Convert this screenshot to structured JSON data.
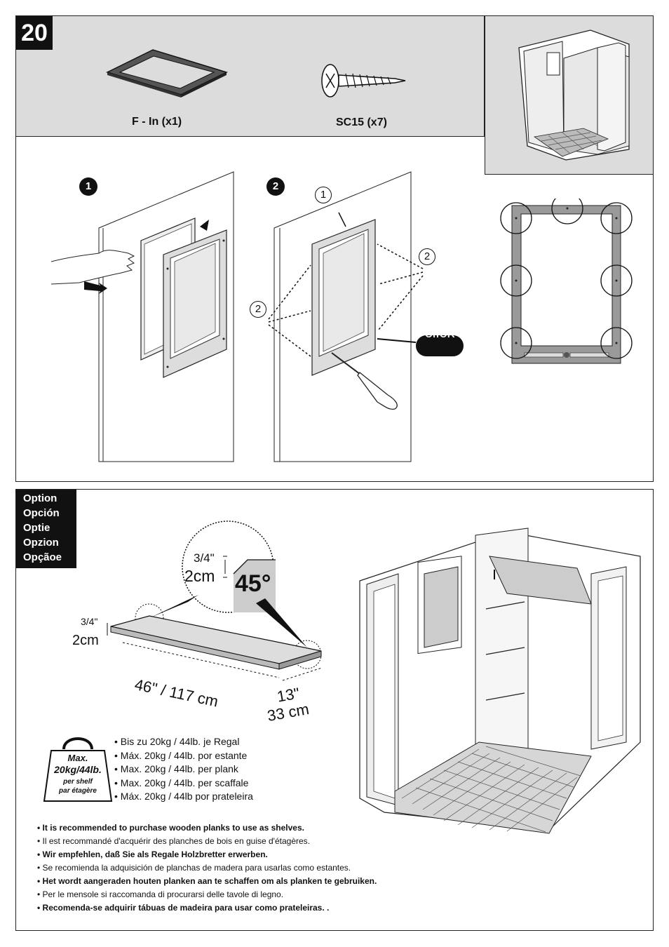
{
  "step": {
    "number": "20"
  },
  "parts": [
    {
      "label": "F - In (x1)"
    },
    {
      "label": "SC15 (x7)"
    }
  ],
  "substeps": [
    "1",
    "2"
  ],
  "callouts": {
    "one": "1",
    "two_a": "2",
    "two_b": "2",
    "click": "click"
  },
  "option_labels": [
    "Option",
    "Opción",
    "Optie",
    "Opzion",
    "Opçãoe"
  ],
  "shelf": {
    "zoom_thickness_frac": "3/4\"",
    "zoom_thickness_cm": "2cm",
    "angle": "45°",
    "thickness_frac": "3/4\"",
    "thickness_cm": "2cm",
    "length": "46\" / 117 cm",
    "width_in": "13\"",
    "width_cm": "33 cm"
  },
  "load_icon": {
    "max": "Max.",
    "weight": "20kg/44lb.",
    "per_shelf": "per shelf",
    "per_etagere": "par étagère"
  },
  "capacity_lines": [
    "• Bis zu 20kg / 44lb. je Regal",
    "• Máx. 20kg / 44lb. por estante",
    "• Max. 20kg / 44lb. per plank",
    "• Max. 20kg / 44lb. per scaffale",
    "• Máx. 20kg / 44lb por prateleira"
  ],
  "notes": [
    {
      "text": "• It is recommended to purchase wooden planks to use as shelves.",
      "bold": true
    },
    {
      "text": "• Il est recommandé d'acquérir des planches de bois en guise d'étagères.",
      "bold": false
    },
    {
      "text": "• Wir empfehlen, daß Sie als Regale Holzbretter erwerben.",
      "bold": true
    },
    {
      "text": "• Se recomienda la adquisición de planchas de madera para usarlas como estantes.",
      "bold": false
    },
    {
      "text": "• Het wordt aangeraden houten planken aan te schaffen om als planken te gebruiken.",
      "bold": true
    },
    {
      "text": "• Per le mensole si raccomanda di procurarsi delle tavole di legno.",
      "bold": false
    },
    {
      "text": "• Recomenda-se adquirir  tábuas de madeira para usar como prateleiras. .",
      "bold": true
    }
  ]
}
